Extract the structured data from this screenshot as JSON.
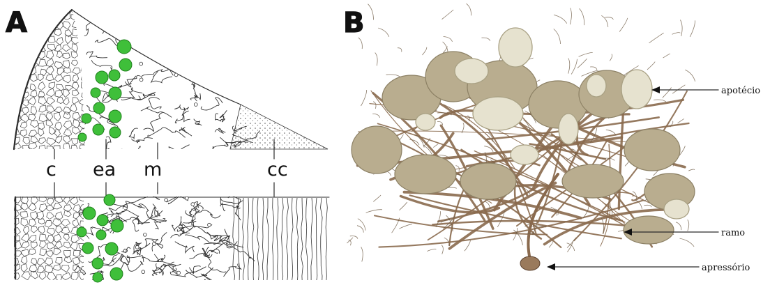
{
  "panels": {
    "a": {
      "letter": "A",
      "labels": {
        "c": "c",
        "ea": "ea",
        "m": "m",
        "cc": "cc"
      },
      "algae_color": "#3fbf3a"
    },
    "b": {
      "letter": "B",
      "annotations": {
        "apothecium": "apotécio",
        "branch": "ramo",
        "holdfast": "apressório"
      },
      "thallus_color": "#b9ad8f",
      "disc_color": "#e6e2cf",
      "branch_color": "#8a6a4e"
    }
  }
}
